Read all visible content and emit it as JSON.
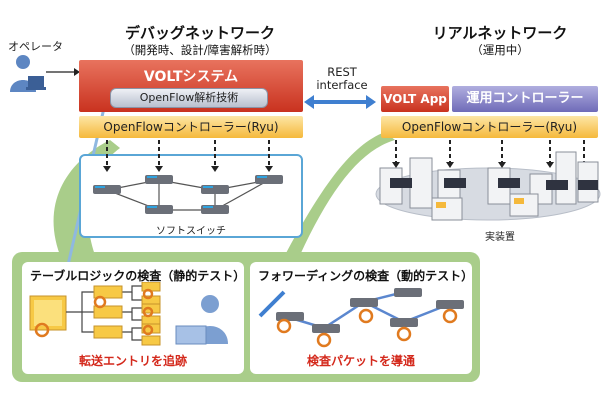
{
  "operator": {
    "label": "オペレータ"
  },
  "debug_network": {
    "title": "デバッグネットワーク",
    "subtitle": "（開発時、設計/障害解析時）",
    "volt_system": "VOLTシステム",
    "openflow_analysis": "OpenFlow解析技術",
    "controller": "OpenFlowコントローラー(Ryu)",
    "soft_switch": "ソフトスイッチ"
  },
  "rest": {
    "line1": "REST",
    "line2": "interface"
  },
  "real_network": {
    "title": "リアルネットワーク",
    "subtitle": "（運用中）",
    "volt_app": "VOLT App",
    "ops_controller": "運用コントローラー",
    "controller": "OpenFlowコントローラー(Ryu)",
    "equipment": "実装置"
  },
  "static_test": {
    "title": "テーブルロジックの検査（静的テスト）",
    "caption": "転送エントリを追跡"
  },
  "dynamic_test": {
    "title": "フォワーディングの検査（動的テスト）",
    "caption": "検査パケットを導通"
  },
  "colors": {
    "volt_red": "#c9321f",
    "controller_orange": "#f5b93c",
    "panel_green": "#a9cd8a",
    "caption_red": "#d4291c",
    "ops_purple": "#6f6bb8"
  }
}
